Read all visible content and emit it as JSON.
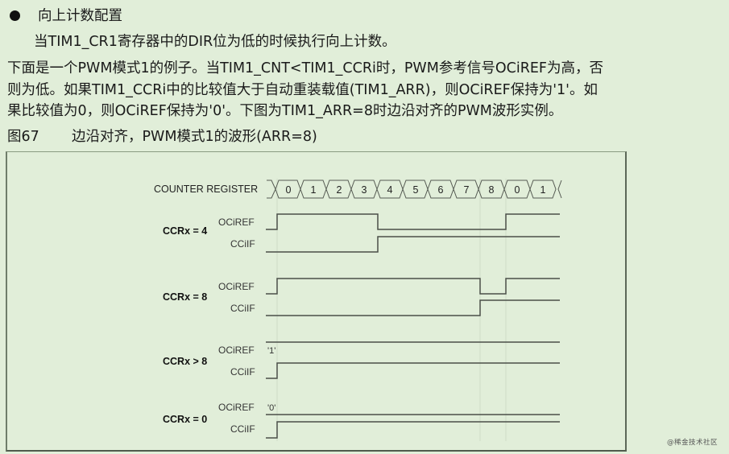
{
  "section": {
    "bullet_icon": "bullet-dot-icon",
    "heading": "向上计数配置",
    "paragraph_1": "当TIM1_CR1寄存器中的DIR位为低的时候执行向上计数。",
    "paragraph_2_lines": [
      "下面是一个PWM模式1的例子。当TIM1_CNT<TIM1_CCRi时，PWM参考信号OCiREF为高，否",
      "则为低。如果TIM1_CCRi中的比较值大于自动重装载值(TIM1_ARR)，则OCiREF保持为'1'。如",
      "果比较值为0，则OCiREF保持为'0'。下图为TIM1_ARR=8时边沿对齐的PWM波形实例。"
    ]
  },
  "figure": {
    "number": "图67",
    "title": "边沿对齐，PWM模式1的波形(ARR=8)",
    "counter_label": "COUNTER REGISTER",
    "counter_values": [
      "0",
      "1",
      "2",
      "3",
      "4",
      "5",
      "6",
      "7",
      "8",
      "0",
      "1"
    ],
    "signal_label_ocref": "OCiREF",
    "signal_label_ccif": "CCiIF",
    "cases": [
      {
        "label": "CCRx = 4",
        "ocref_note": "",
        "description": "OCiREF high for counts 0-3, low for 4-8, high again after reset; CCiIF rises at count 4"
      },
      {
        "label": "CCRx = 8",
        "ocref_note": "",
        "description": "OCiREF high for counts 0-7, low during 8, high after reset; CCiIF rises at count 8"
      },
      {
        "label": "CCRx > 8",
        "ocref_note": "'1'",
        "description": "OCiREF stays '1'; CCiIF rises at count 0"
      },
      {
        "label": "CCRx = 0",
        "ocref_note": "'0'",
        "description": "OCiREF stays '0'; CCiIF rises at count 0"
      }
    ],
    "colors": {
      "background": "#e1eed9",
      "waveform": "#4a4f48",
      "guide_lines": "#cfdcc8",
      "frame": "#5c6858"
    }
  },
  "watermark": "@稀金技术社区"
}
